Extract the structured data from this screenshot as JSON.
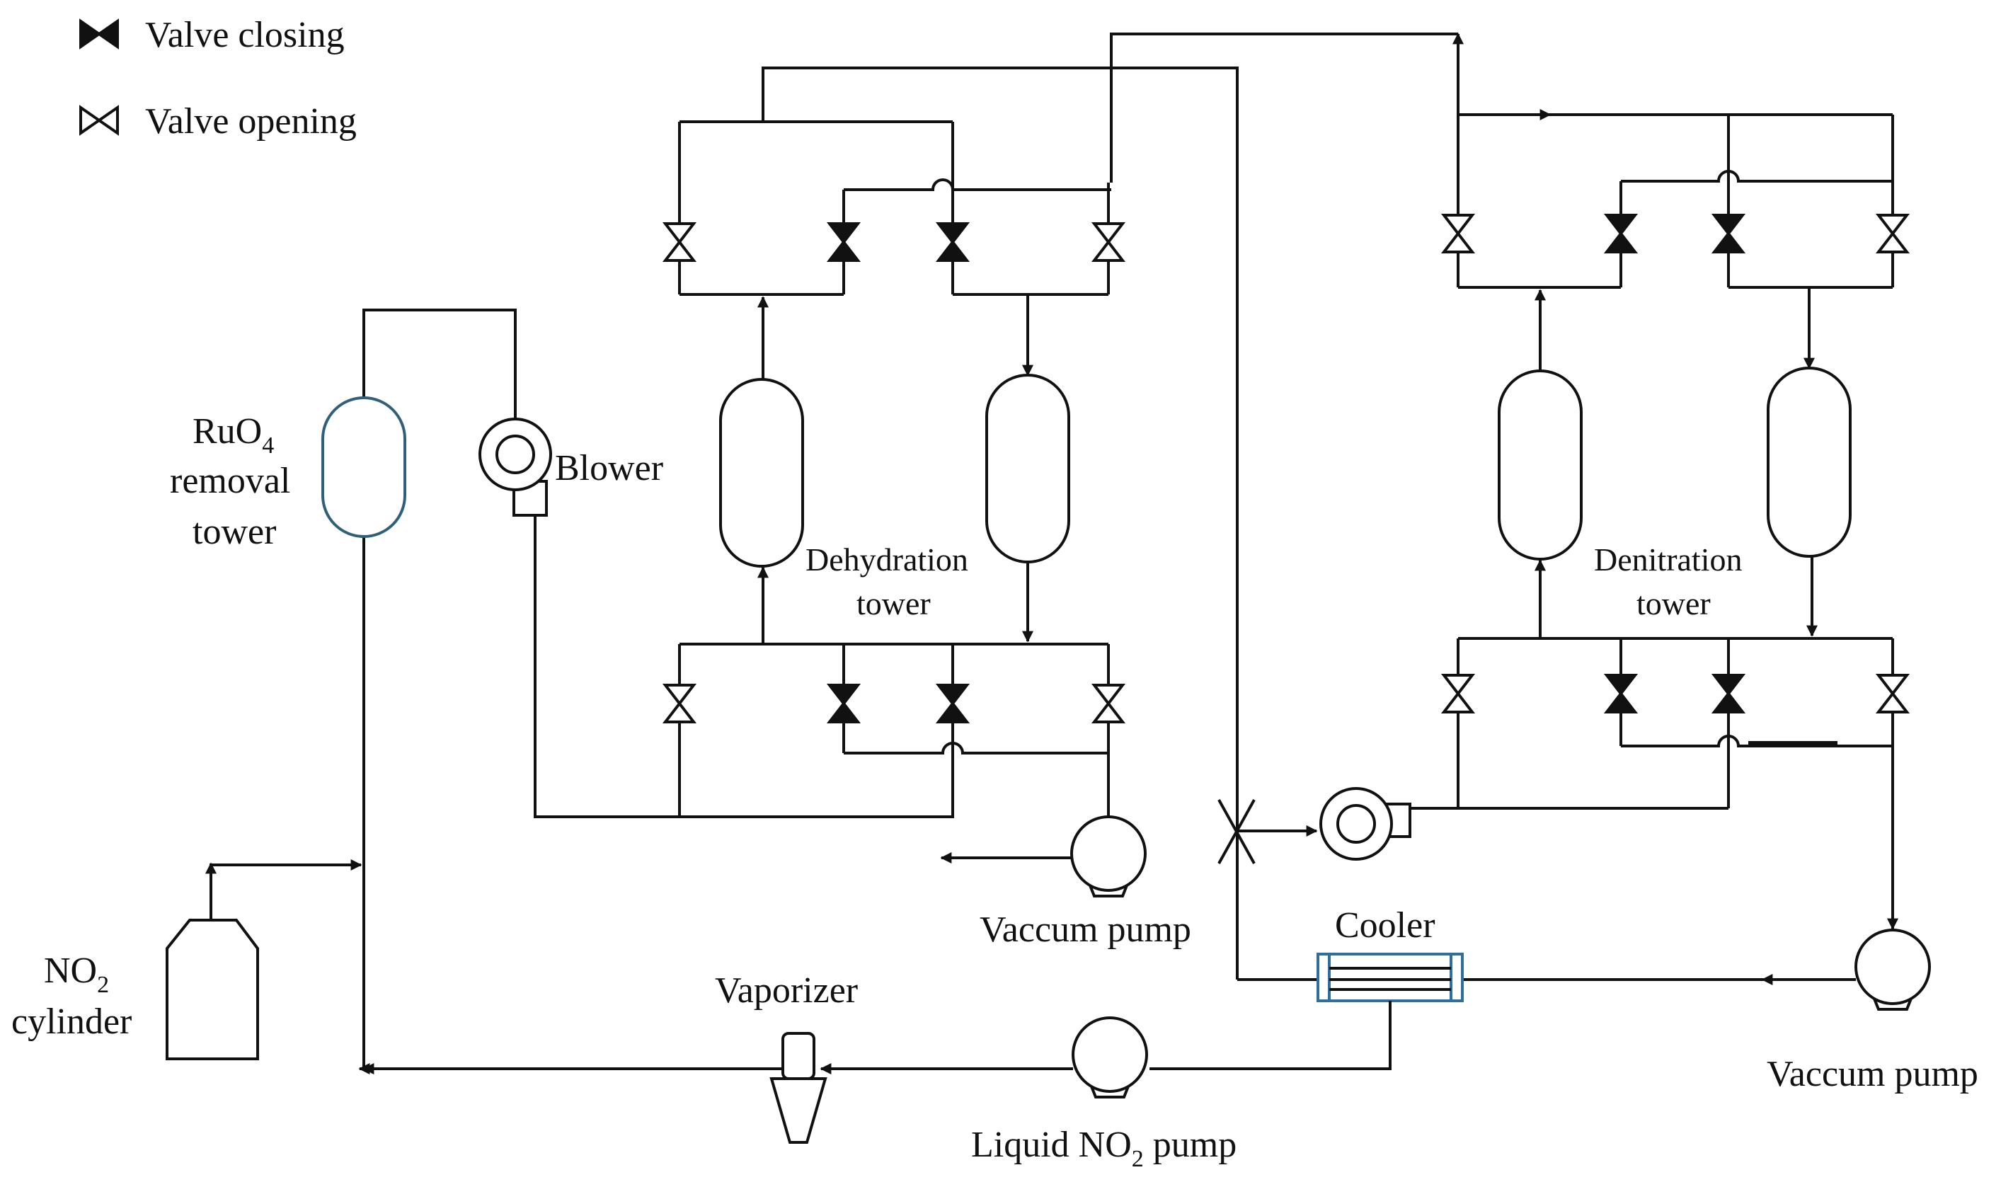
{
  "legend": {
    "closing": "Valve closing",
    "opening": "Valve opening"
  },
  "labels": {
    "ruo4_main": "RuO",
    "ruo4_sub": "4",
    "ruo4_line2": "removal",
    "ruo4_line3": "tower",
    "blower": "Blower",
    "dehydration_line1": "Dehydration",
    "dehydration_line2": "tower",
    "denitration_line1": "Denitration",
    "denitration_line2": "tower",
    "vacuum_pump_left": "Vaccum pump",
    "vacuum_pump_right": "Vaccum pump",
    "cooler": "Cooler",
    "vaporizer": "Vaporizer",
    "no2_main": "NO",
    "no2_sub": "2",
    "no2_line2": "cylinder",
    "liquid_pump_pre": "Liquid NO",
    "liquid_pump_sub": "2",
    "liquid_pump_post": " pump"
  },
  "colors": {
    "line": "#111111",
    "ruo4_tower_outline": "#2f5f7a",
    "cooler_outline": "#2f6fa0"
  }
}
